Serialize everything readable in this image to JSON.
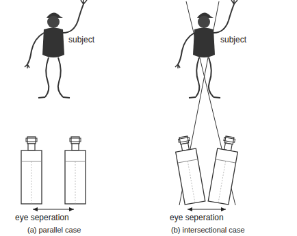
{
  "diagram": {
    "labels": [
      "subject",
      "eye seperation",
      "(a) parallel case",
      "subject",
      "eye seperation",
      "(b) intersectional case"
    ]
  }
}
